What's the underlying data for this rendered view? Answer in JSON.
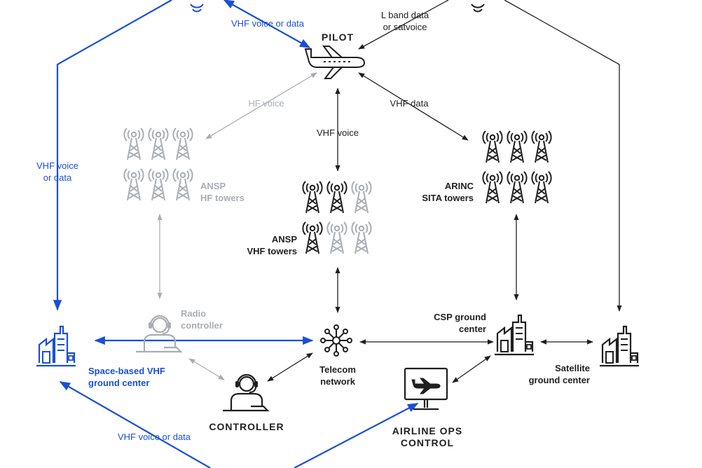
{
  "colors": {
    "dark": "#1f1f1f",
    "blue": "#1a4fd6",
    "gray": "#a9adb3"
  },
  "nodes": {
    "pilot": "PILOT",
    "controller": "CONTROLLER",
    "airline_ops_1": "AIRLINE OPS",
    "airline_ops_2": "CONTROL",
    "telecom_1": "Telecom",
    "telecom_2": "network",
    "csp_1": "CSP ground",
    "csp_2": "center",
    "satellite_center_1": "Satellite",
    "satellite_center_2": "ground center",
    "space_vhf_1": "Space-based VHF",
    "space_vhf_2": "ground center",
    "radio_controller_1": "Radio",
    "radio_controller_2": "controller",
    "ansp_hf_1": "ANSP",
    "ansp_hf_2": "HF towers",
    "ansp_vhf_1": "ANSP",
    "ansp_vhf_2": "VHF towers",
    "arinc_1": "ARINC",
    "arinc_2": "SITA towers"
  },
  "links": {
    "vhf_voice_or_data_top": "VHF voice or data",
    "l_band_1": "L band data",
    "l_band_2": "or satvoice",
    "hf_voice": "HF voice",
    "vhf_voice": "VHF voice",
    "vhf_data": "VHF data",
    "vhf_voice_or_data_left_1": "VHF voice",
    "vhf_voice_or_data_left_2": "or data",
    "vhf_voice_or_data_bottom": "VHF voice or data"
  },
  "icons": [
    "satellite-icon",
    "airplane-icon",
    "tower-icon",
    "building-icon",
    "headset-person-icon",
    "network-hub-icon",
    "monitor-plane-icon"
  ]
}
